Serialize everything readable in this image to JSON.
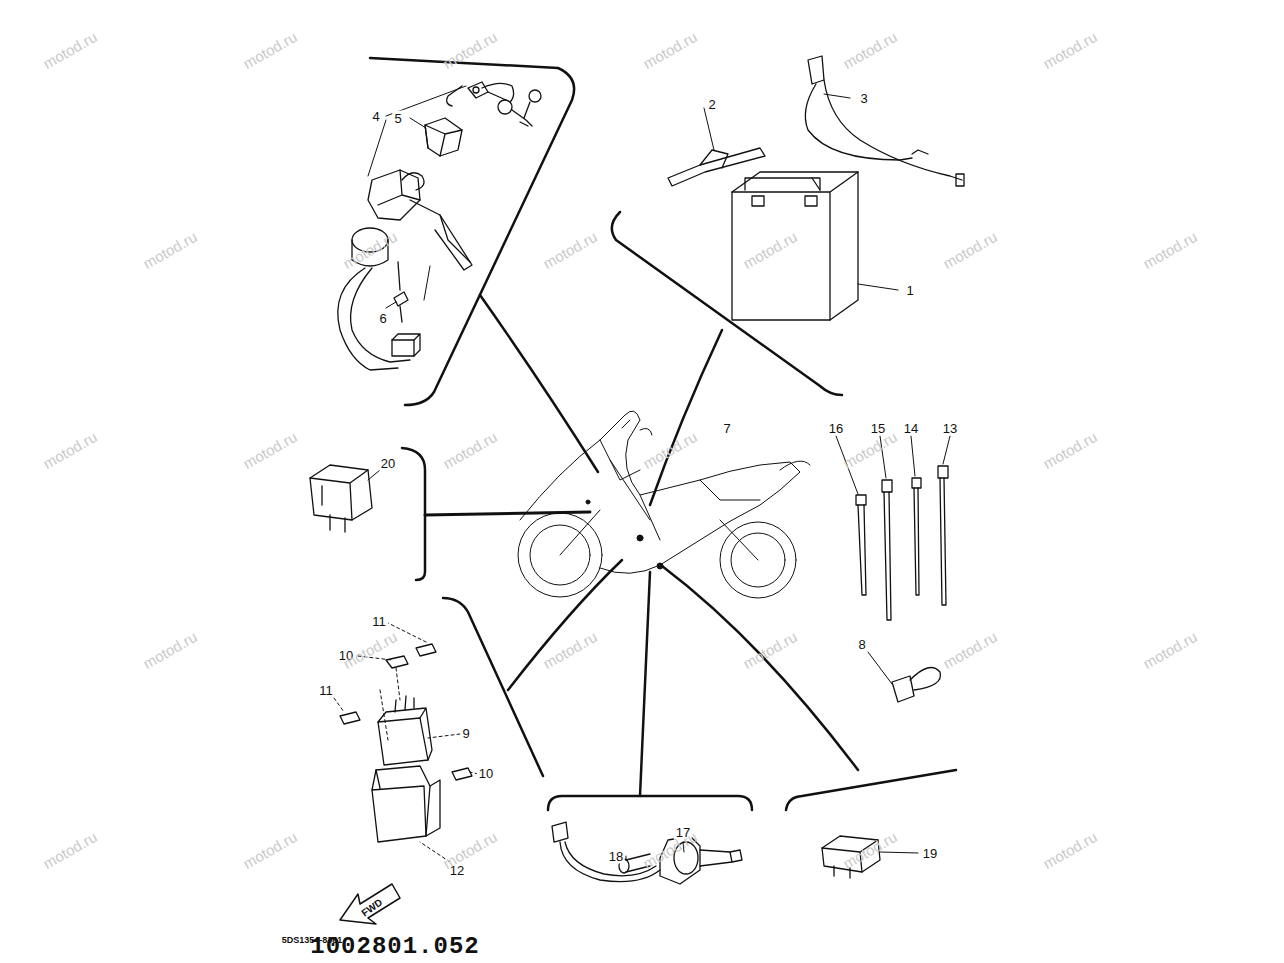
{
  "diagram": {
    "labels": [
      "4",
      "5",
      "2",
      "3",
      "1",
      "6",
      "20",
      "7",
      "16",
      "15",
      "14",
      "13",
      "11",
      "10",
      "9",
      "11",
      "8",
      "10",
      "12",
      "17",
      "18",
      "19",
      "FWD",
      "5DS1354-8381",
      "1002801.052",
      "motod.ru",
      "motod.ru",
      "motod.ru",
      "motod.ru",
      "motod.ru",
      "motod.ru",
      "motod.ru",
      "motod.ru",
      "motod.ru",
      "motod.ru",
      "motod.ru",
      "motod.ru",
      "motod.ru",
      "motod.ru",
      "motod.ru",
      "motod.ru",
      "motod.ru",
      "motod.ru",
      "motod.ru",
      "motod.ru",
      "motod.ru",
      "motod.ru",
      "motod.ru",
      "motod.ru",
      "motod.ru",
      "motod.ru",
      "motod.ru",
      "motod.ru",
      "motod.ru",
      "motod.ru"
    ]
  }
}
